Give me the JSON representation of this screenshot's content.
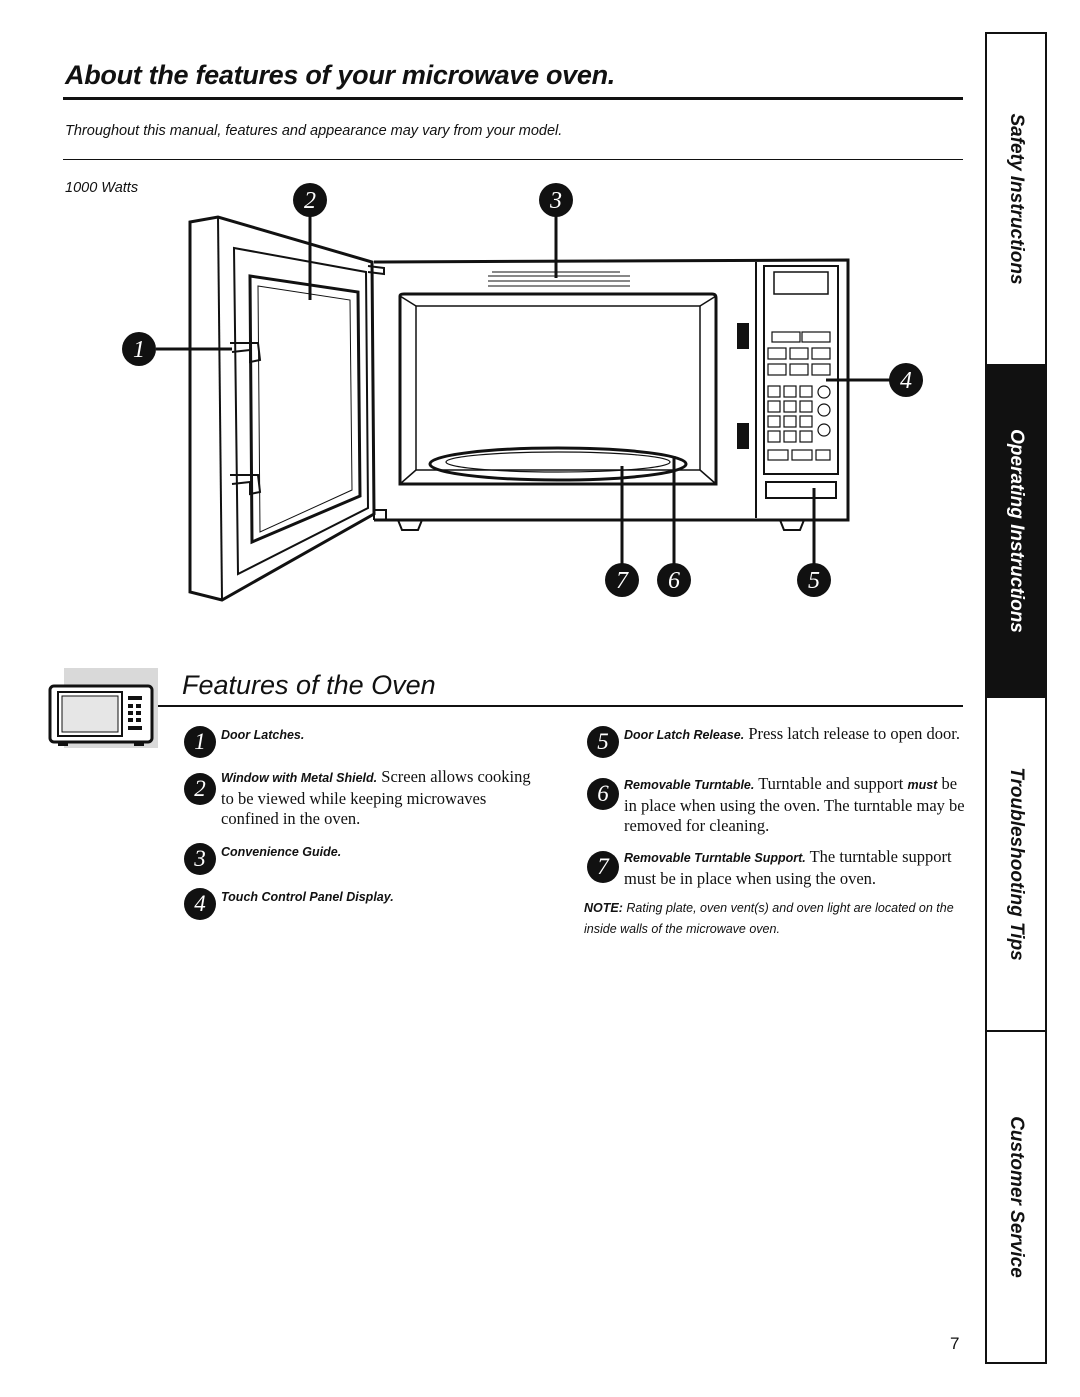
{
  "header": {
    "title": "About the features of your microwave oven.",
    "subtitle": "Throughout this manual, features and appearance may vary from your model.",
    "wattage": "1000 Watts"
  },
  "diagram": {
    "callouts": [
      "1",
      "2",
      "3",
      "4",
      "5",
      "6",
      "7"
    ]
  },
  "features_section": {
    "title": "Features of the Oven",
    "icon": "microwave-icon"
  },
  "features": [
    {
      "number": "1",
      "name": "Door Latches.",
      "desc": ""
    },
    {
      "number": "2",
      "name": "Window with Metal Shield.",
      "desc": "Screen allows cooking to be viewed while keeping microwaves confined in the oven."
    },
    {
      "number": "3",
      "name": "Convenience Guide.",
      "desc": ""
    },
    {
      "number": "4",
      "name": "Touch Control Panel Display.",
      "desc": ""
    },
    {
      "number": "5",
      "name": "Door Latch Release.",
      "desc": "Press latch release to open door."
    },
    {
      "number": "6",
      "name": "Removable Turntable.",
      "desc_pre": "Turntable and support",
      "desc_em": "must",
      "desc_post": "be in place when using the oven. The turntable may be removed for cleaning."
    },
    {
      "number": "7",
      "name": "Removable Turntable Support.",
      "desc": "The turntable support must be in place when using the oven."
    }
  ],
  "note": {
    "label": "NOTE:",
    "text": "Rating plate, oven vent(s) and oven light are located on the inside walls of the microwave oven."
  },
  "side_tabs": [
    {
      "label": "Safety Instructions",
      "active": false
    },
    {
      "label": "Operating Instructions",
      "active": true
    },
    {
      "label": "Troubleshooting Tips",
      "active": false
    },
    {
      "label": "Customer Service",
      "active": false
    }
  ],
  "page_number": "7",
  "colors": {
    "ink": "#111111",
    "paper": "#ffffff",
    "tab_active_bg": "#111111",
    "icon_bg": "#d9d9d9"
  }
}
